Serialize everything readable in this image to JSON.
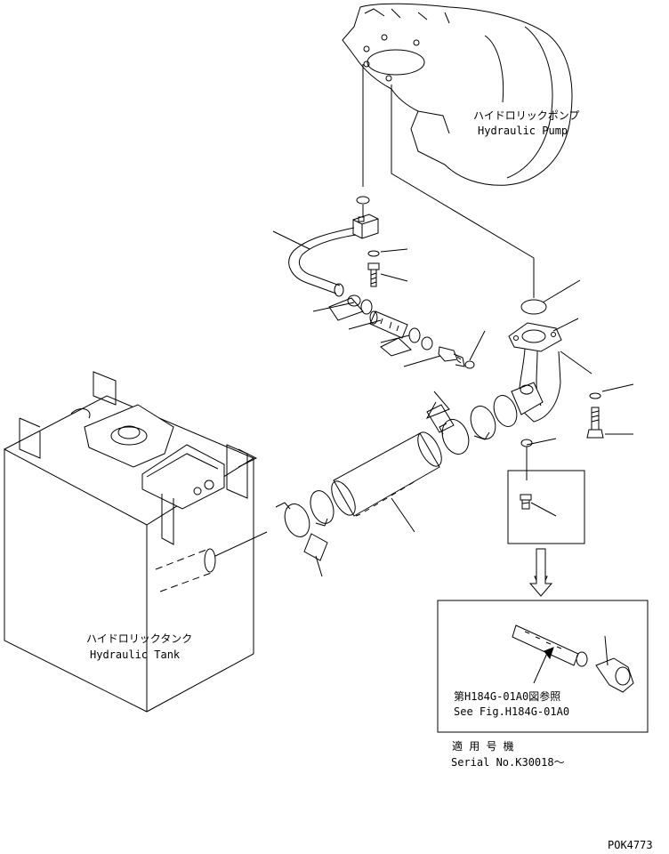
{
  "labels": {
    "pump_jp": "ハイドロリックポンプ",
    "pump_en": "Hydraulic Pump",
    "tank_jp": "ハイドロリックタンク",
    "tank_en": "Hydraulic Tank",
    "ref_jp": "第H184G-01A0図参照",
    "ref_en": "See Fig.H184G-01A0",
    "serial_jp": "適 用 号 機",
    "serial_en": "Serial No.K30018～",
    "drawing_code": "POK4773"
  }
}
